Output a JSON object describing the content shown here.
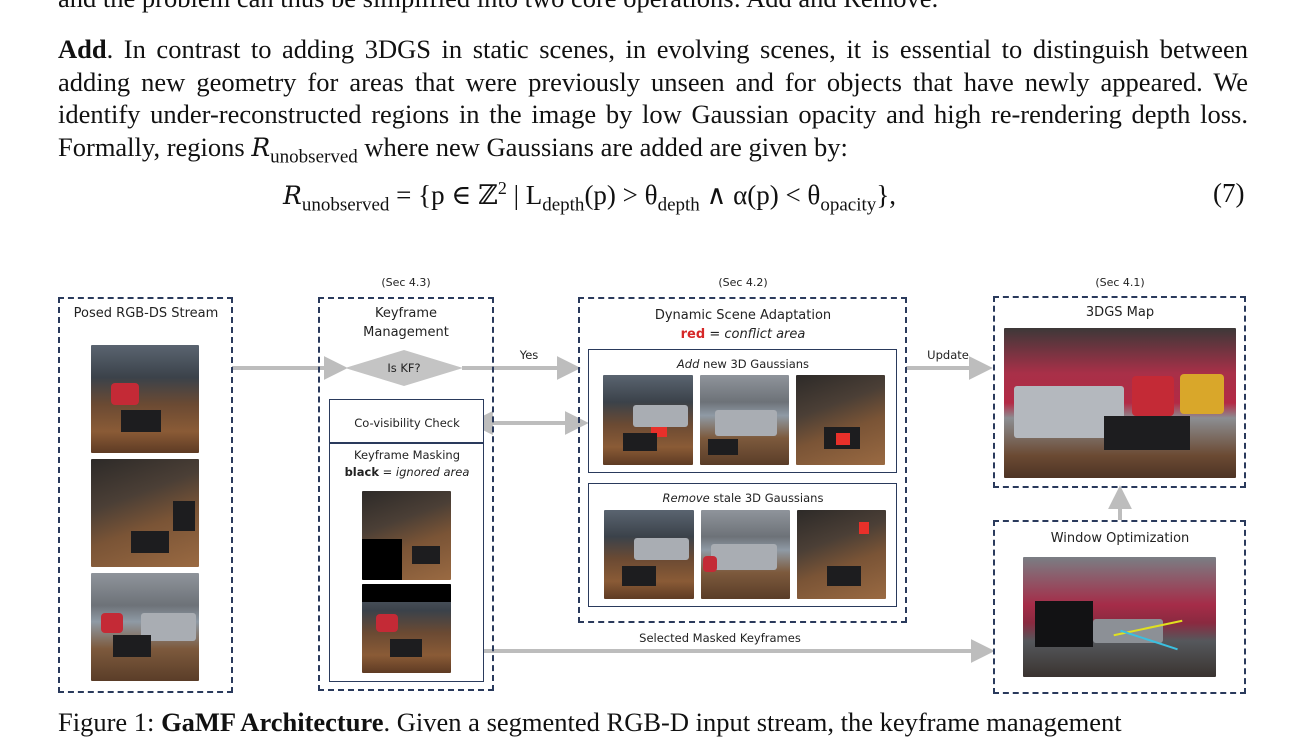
{
  "paper": {
    "cut_line": "and the problem can thus be simplified into two core operations: Add and Remove.",
    "add_heading": "Add",
    "add_text": ". In contrast to adding 3DGS in static scenes, in evolving scenes, it is essential to distinguish between adding new geometry for areas that were previously unseen and for objects that have newly appeared. We identify under-reconstructed regions in the image by low Gaussian opacity and high re-rendering depth loss. Formally, regions ",
    "add_region": "R",
    "add_region_sub": "unobserved",
    "add_tail": " where new Gaussians are added are given by:",
    "eq": {
      "lhs": "R",
      "lhs_sub": "unobserved",
      "rhs_open": " = {p ∈ ℤ",
      "rhs_sup": "2",
      "rhs_mid": " | L",
      "L_sub": "depth",
      "rhs_p": "(p) > θ",
      "theta1_sub": "depth",
      "rhs_and": " ∧ α(p) < θ",
      "theta2_sub": "opacity",
      "rhs_close": "},",
      "number": "(7)"
    },
    "caption_prefix": "Figure 1: ",
    "caption_bold": "GaMF Architecture",
    "caption_text": ". Given a segmented RGB-D input stream, the keyframe management"
  },
  "figure": {
    "stream_title": "Posed RGB-DS Stream",
    "sec_kf": "(Sec 4.3)",
    "kf_title_1": "Keyframe",
    "kf_title_2": "Management",
    "is_kf": "Is KF?",
    "yes": "Yes",
    "covis": "Co-visibility Check",
    "kf_mask": "Keyframe Masking",
    "black_word": "black",
    "black_rest": " = ignored area",
    "sec_dyn": "(Sec 4.2)",
    "dyn_title": "Dynamic Scene Adaptation",
    "red_word": "red",
    "red_rest": " = conflict area",
    "add_word": "Add",
    "add_rest": " new 3D Gaussians",
    "remove_word": "Remove",
    "remove_rest": " stale 3D Gaussians",
    "update": "Update",
    "sec_map": "(Sec 4.1)",
    "map_title": "3DGS Map",
    "window_opt": "Window Optimization",
    "selected": "Selected Masked Keyframes"
  }
}
